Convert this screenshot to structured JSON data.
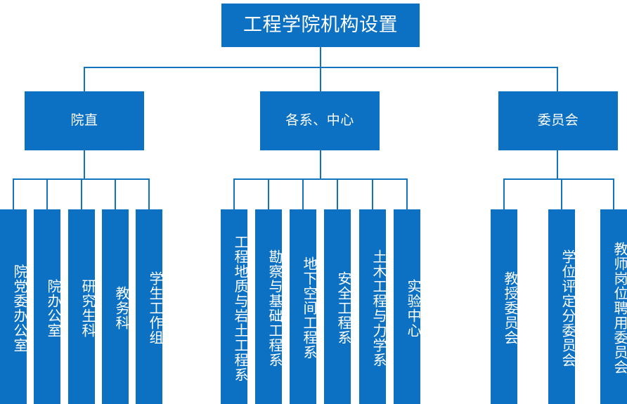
{
  "chart_data": {
    "type": "diagram",
    "diagram_kind": "organizational-chart",
    "title": "工程学院机构设置",
    "colors": {
      "node_fill": "#0C71C3",
      "node_text": "#FFFFFF",
      "connector": "#1274BC",
      "background": "#FFFFFF"
    },
    "levels": 3,
    "root": {
      "label": "工程学院机构设置",
      "children": [
        {
          "label": "院直",
          "children": [
            "院党委办公室",
            "院办公室",
            "研究生科",
            "教务科",
            "学生工作组"
          ]
        },
        {
          "label": "各系、中心",
          "children": [
            "工程地质与岩土工程系",
            "勘察与基础工程系",
            "地下空间工程系",
            "安全工程系",
            "土木工程与力学系",
            "实验中心"
          ]
        },
        {
          "label": "委员会",
          "children": [
            "教授委员会",
            "学位评定分委员会",
            "教师岗位聘用委员会"
          ]
        }
      ]
    }
  },
  "title": {
    "label": "工程学院机构设置"
  },
  "branches": [
    {
      "label": "院直",
      "leaves": [
        {
          "label": "院党委办公室"
        },
        {
          "label": "院办公室"
        },
        {
          "label": "研究生科"
        },
        {
          "label": "教务科"
        },
        {
          "label": "学生工作组"
        }
      ]
    },
    {
      "label": "各系、中心",
      "leaves": [
        {
          "label": "工程地质与岩土工程系"
        },
        {
          "label": "勘察与基础工程系"
        },
        {
          "label": "地下空间工程系"
        },
        {
          "label": "安全工程系"
        },
        {
          "label": "土木工程与力学系"
        },
        {
          "label": "实验中心"
        }
      ]
    },
    {
      "label": "委员会",
      "leaves": [
        {
          "label": "教授委员会"
        },
        {
          "label": "学位评定分委员会"
        },
        {
          "label": "教师岗位聘用委员会"
        }
      ]
    }
  ]
}
